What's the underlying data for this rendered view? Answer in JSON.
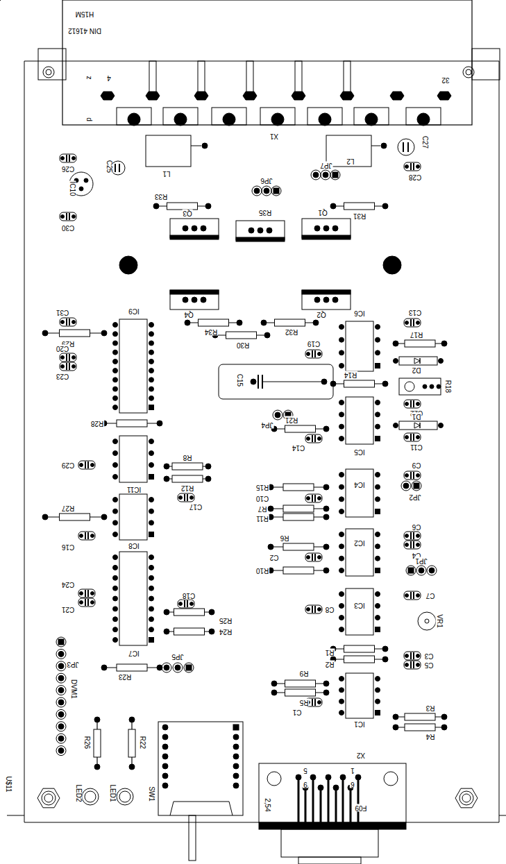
{
  "diagram": {
    "labels": [
      "H15M",
      "DIN 41612",
      "4",
      "z",
      "d",
      "32",
      "X1",
      "L1",
      "L2",
      "C25",
      "C26",
      "IC10",
      "C30",
      "R33",
      "JP6",
      "JP7",
      "C27",
      "C28",
      "R31",
      "Q3",
      "R35",
      "Q1",
      "Q4",
      "Q2",
      "IC9",
      "C31",
      "R29",
      "C20",
      "C23",
      "R34",
      "R30",
      "R32",
      "C19",
      "IC6",
      "C13",
      "R17",
      "D2",
      "R14",
      "R18",
      "C15",
      "C22",
      "R21",
      "JP4",
      "C14",
      "R28",
      "D1",
      "C11",
      "IC5",
      "C29",
      "R8",
      "R12",
      "IC11",
      "C17",
      "C9",
      "JP2",
      "R15",
      "C10",
      "R7",
      "R11",
      "IC4",
      "C6",
      "C4",
      "R6",
      "C2",
      "R10",
      "IC2",
      "JP1",
      "R27",
      "C16",
      "IC8",
      "C24",
      "C21",
      "C18",
      "R25",
      "R24",
      "IC7",
      "C7",
      "C8",
      "IC3",
      "VR1",
      "R1",
      "R2",
      "C3",
      "C5",
      "JP3",
      "JP5",
      "R23",
      "R9",
      "R5",
      "C1",
      "R3",
      "R4",
      "IC1",
      "DVM1",
      "R26",
      "R22",
      "SW1",
      "LED2",
      "LED1",
      "U$11",
      "X2",
      "5",
      "9",
      "1",
      "6",
      "2,54",
      "F09"
    ]
  }
}
